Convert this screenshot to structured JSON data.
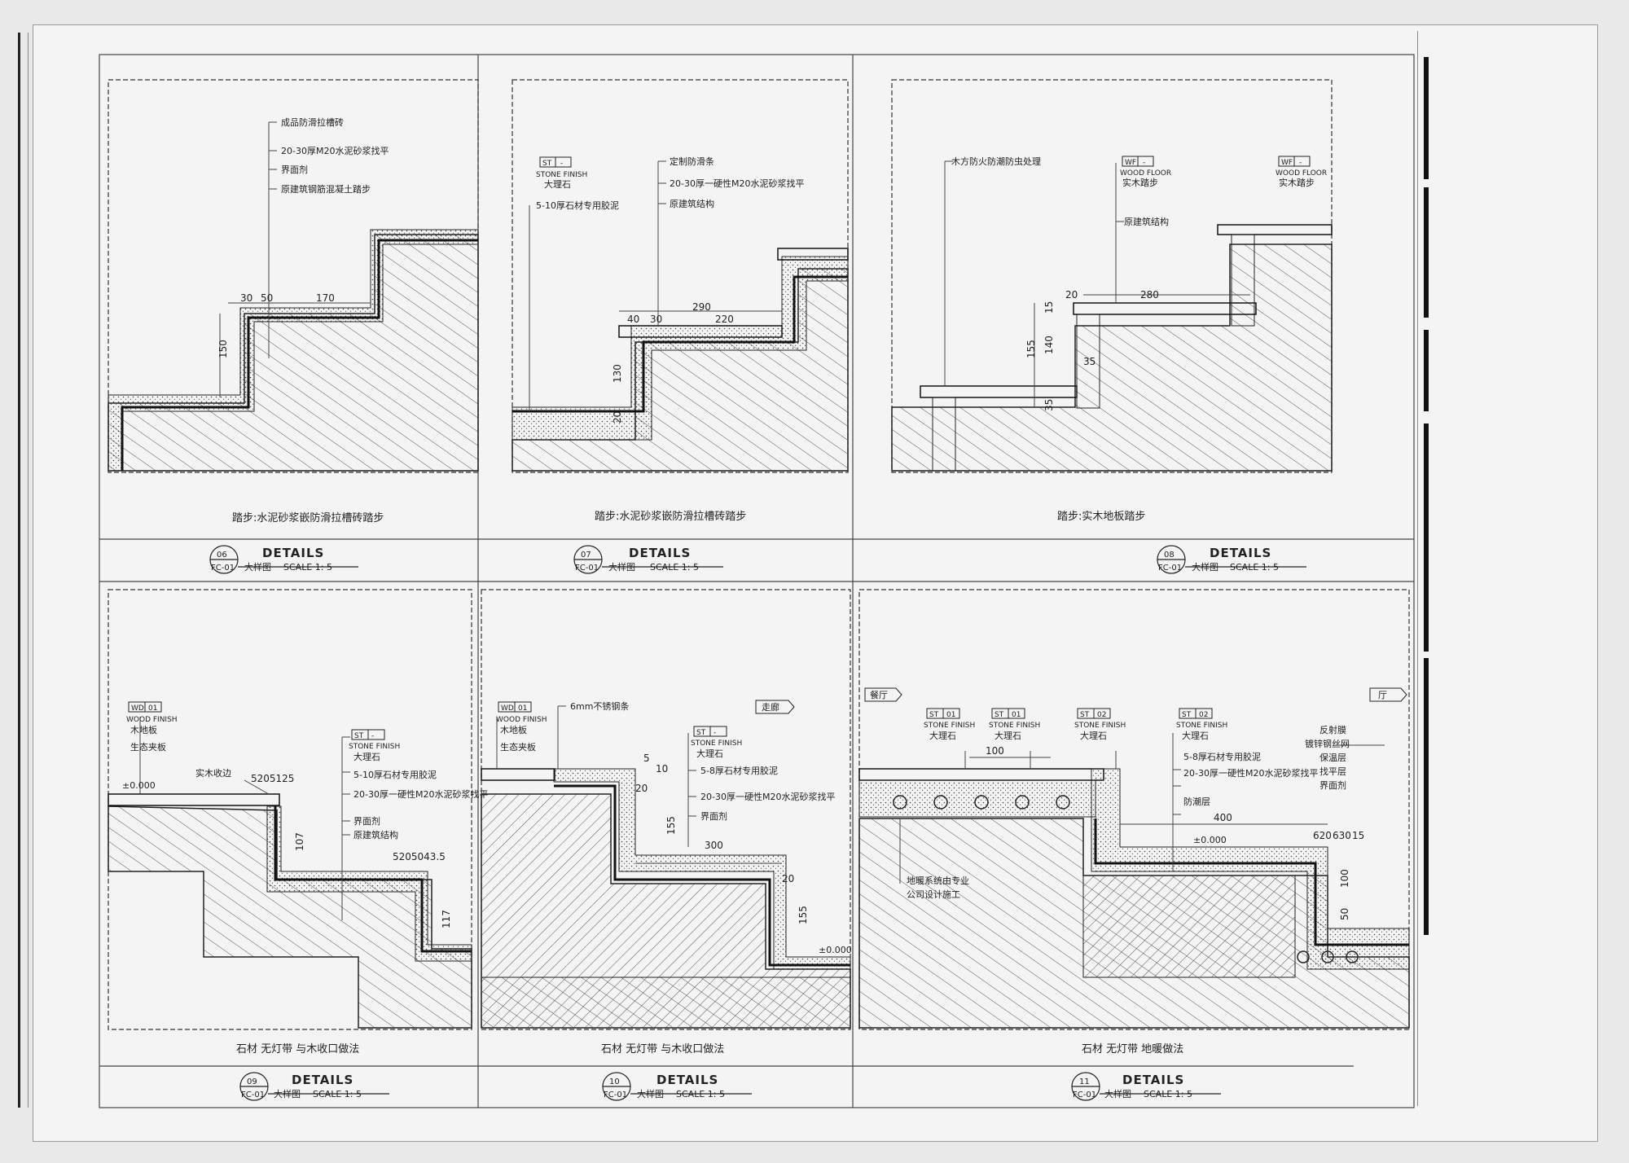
{
  "sheet": {
    "accent": "#222222",
    "paper": "#f4f4f4"
  },
  "panels": [
    {
      "id": "06",
      "caption": "踏步:水泥砂浆嵌防滑拉槽砖踏步",
      "title": {
        "num": "06",
        "ref": "FC-01",
        "name": "DETAILS",
        "sub": "大样图",
        "scale": "SCALE  1: 5"
      },
      "notes": [
        "成品防滑拉槽砖",
        "20-30厚M20水泥砂浆找平",
        "界面剂",
        "原建筑钢筋混凝土踏步"
      ],
      "dims": [
        "30",
        "50",
        "170",
        "150"
      ]
    },
    {
      "id": "07",
      "caption": "踏步:水泥砂浆嵌防滑拉槽砖踏步",
      "title": {
        "num": "07",
        "ref": "FC-01",
        "name": "DETAILS",
        "sub": "大样图",
        "scale": "SCALE  1: 5"
      },
      "tag": {
        "code": "ST",
        "code2": "-",
        "label": "STONE FINISH",
        "name": "大理石"
      },
      "notes": [
        "5-10厚石材专用胶泥",
        "定制防滑条",
        "20-30厚一硬性M20水泥砂浆找平",
        "原建筑结构"
      ],
      "dims": [
        "40",
        "30",
        "290",
        "220",
        "130",
        "20"
      ]
    },
    {
      "id": "08",
      "caption": "踏步:实木地板踏步",
      "title": {
        "num": "08",
        "ref": "FC-01",
        "name": "DETAILS",
        "sub": "大样图",
        "scale": "SCALE  1: 5"
      },
      "tag": {
        "code": "WF",
        "code2": "-",
        "label": "WOOD FLOOR",
        "name": "实木踏步"
      },
      "tag2": {
        "code": "WF",
        "code2": "-",
        "label": "WOOD FLOOR",
        "name": "实木踏步"
      },
      "notes": [
        "木方防火防潮防虫处理",
        "原建筑结构"
      ],
      "dims": [
        "20",
        "280",
        "155",
        "140",
        "35",
        "35",
        "15"
      ]
    },
    {
      "id": "09",
      "caption": "石材 无灯带 与木收口做法",
      "title": {
        "num": "09",
        "ref": "FC-01",
        "name": "DETAILS",
        "sub": "大样图",
        "scale": "SCALE  1: 5"
      },
      "tag": {
        "code": "WD",
        "code2": "01",
        "label": "WOOD FINISH",
        "name": "木地板"
      },
      "tag2": {
        "code": "ST",
        "code2": "-",
        "label": "STONE FINISH",
        "name": "大理石"
      },
      "notes": [
        "生态夹板",
        "实木收边",
        "5-10厚石材专用胶泥",
        "20-30厚一硬性M20水泥砂浆找平",
        "界面剂",
        "原建筑结构"
      ],
      "dims": [
        "5205125",
        "107",
        "117",
        "5205043.5",
        "±0.000"
      ]
    },
    {
      "id": "10",
      "caption": "石材 无灯带 与木收口做法",
      "title": {
        "num": "10",
        "ref": "FC-01",
        "name": "DETAILS",
        "sub": "大样图",
        "scale": "SCALE  1: 5"
      },
      "tag": {
        "code": "WD",
        "code2": "01",
        "label": "WOOD FINISH",
        "name": "木地板"
      },
      "tag2": {
        "code": "ST",
        "code2": "-",
        "label": "STONE FINISH",
        "name": "大理石"
      },
      "tag3": "走廊",
      "notes": [
        "生态夹板",
        "6mm不锈钢条",
        "5-8厚石材专用胶泥",
        "20-30厚一硬性M20水泥砂浆找平",
        "界面剂"
      ],
      "dims": [
        "5",
        "10",
        "20",
        "155",
        "300",
        "20",
        "155",
        "±0.000"
      ]
    },
    {
      "id": "11",
      "caption": "石材 无灯带 地暖做法",
      "title": {
        "num": "11",
        "ref": "FC-01",
        "name": "DETAILS",
        "sub": "大样图",
        "scale": "SCALE  1: 5"
      },
      "room1": "餐厅",
      "room2": "厅",
      "tags": [
        {
          "code": "ST",
          "code2": "01",
          "label": "STONE FINISH",
          "name": "大理石"
        },
        {
          "code": "ST",
          "code2": "01",
          "label": "STONE FINISH",
          "name": "大理石"
        },
        {
          "code": "ST",
          "code2": "02",
          "label": "STONE FINISH",
          "name": "大理石"
        },
        {
          "code": "ST",
          "code2": "02",
          "label": "STONE FINISH",
          "name": "大理石"
        }
      ],
      "notes": [
        "5-8厚石材专用胶泥",
        "20-30厚一硬性M20水泥砂浆找平",
        "防潮层",
        "地暖系统由专业",
        "公司设计施工"
      ],
      "notes_right": [
        "反射膜",
        "镀锌钢丝网",
        "保温层",
        "找平层",
        "界面剂"
      ],
      "dims": [
        "100",
        "400",
        "620",
        "630",
        "15",
        "100",
        "50",
        "±0.000"
      ]
    }
  ]
}
